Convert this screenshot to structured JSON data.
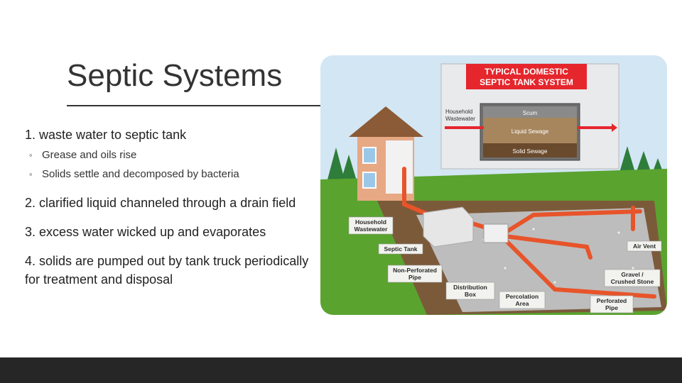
{
  "slide": {
    "title": "Septic Systems",
    "items": {
      "item1": "1. waste water to septic tank",
      "sub1": "Grease and oils rise",
      "sub2": "Solids settle and decomposed by bacteria",
      "item2": "2. clarified liquid channeled through a drain field",
      "item3": "3. excess water wicked up and evaporates",
      "item4": "4. solids are pumped out by tank truck periodically for treatment and disposal"
    },
    "bullet_glyph": "◦"
  },
  "diagram": {
    "banner_line1": "TYPICAL DOMESTIC",
    "banner_line2": "SEPTIC TANK SYSTEM",
    "tank_labels": {
      "inlet_line1": "Household",
      "inlet_line2": "Wastewater",
      "scum": "Scum",
      "liquid": "Liquid Sewage",
      "solid": "Solid Sewage"
    },
    "callouts": {
      "household_line1": "Household",
      "household_line2": "Wastewater",
      "septic_tank": "Septic Tank",
      "nonperf_line1": "Non-Perforated",
      "nonperf_line2": "Pipe",
      "distribution_line1": "Distribution",
      "distribution_line2": "Box",
      "percolation_line1": "Percolation",
      "percolation_line2": "Area",
      "air_vent": "Air Vent",
      "gravel_line1": "Gravel /",
      "gravel_line2": "Crushed Stone",
      "perforated_line1": "Perforated",
      "perforated_line2": "Pipe"
    },
    "colors": {
      "banner_red": "#e5262c",
      "pipe_orange": "#e8542a",
      "grass": "#4f9a2a",
      "sky": "#cfe3f3"
    }
  }
}
